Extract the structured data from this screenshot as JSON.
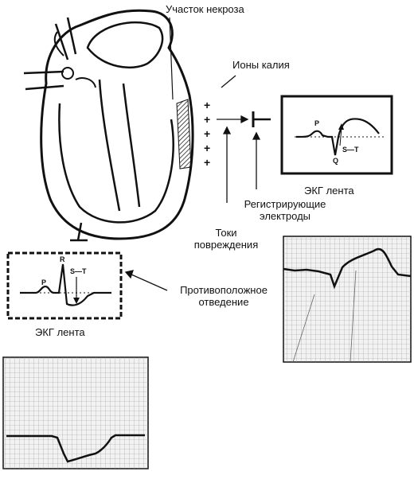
{
  "labels": {
    "necrosis": "Участок некроза",
    "potassium_ions": "Ионы калия",
    "injury_currents": [
      "Токи",
      "повреждения"
    ],
    "recording_electrodes": [
      "Регистрирующие",
      "электроды"
    ],
    "opposite_lead": [
      "Противоположное",
      "отведение"
    ],
    "ecg_tape_top": "ЭКГ лента",
    "ecg_tape_left": "ЭКГ лента"
  },
  "ecg_top": {
    "p": "P",
    "q": "Q",
    "st": "S—T"
  },
  "ecg_left": {
    "p": "P",
    "r": "R",
    "st": "S—T"
  },
  "plus_signs": [
    "+",
    "+",
    "+",
    "+",
    "+",
    "+"
  ]
}
